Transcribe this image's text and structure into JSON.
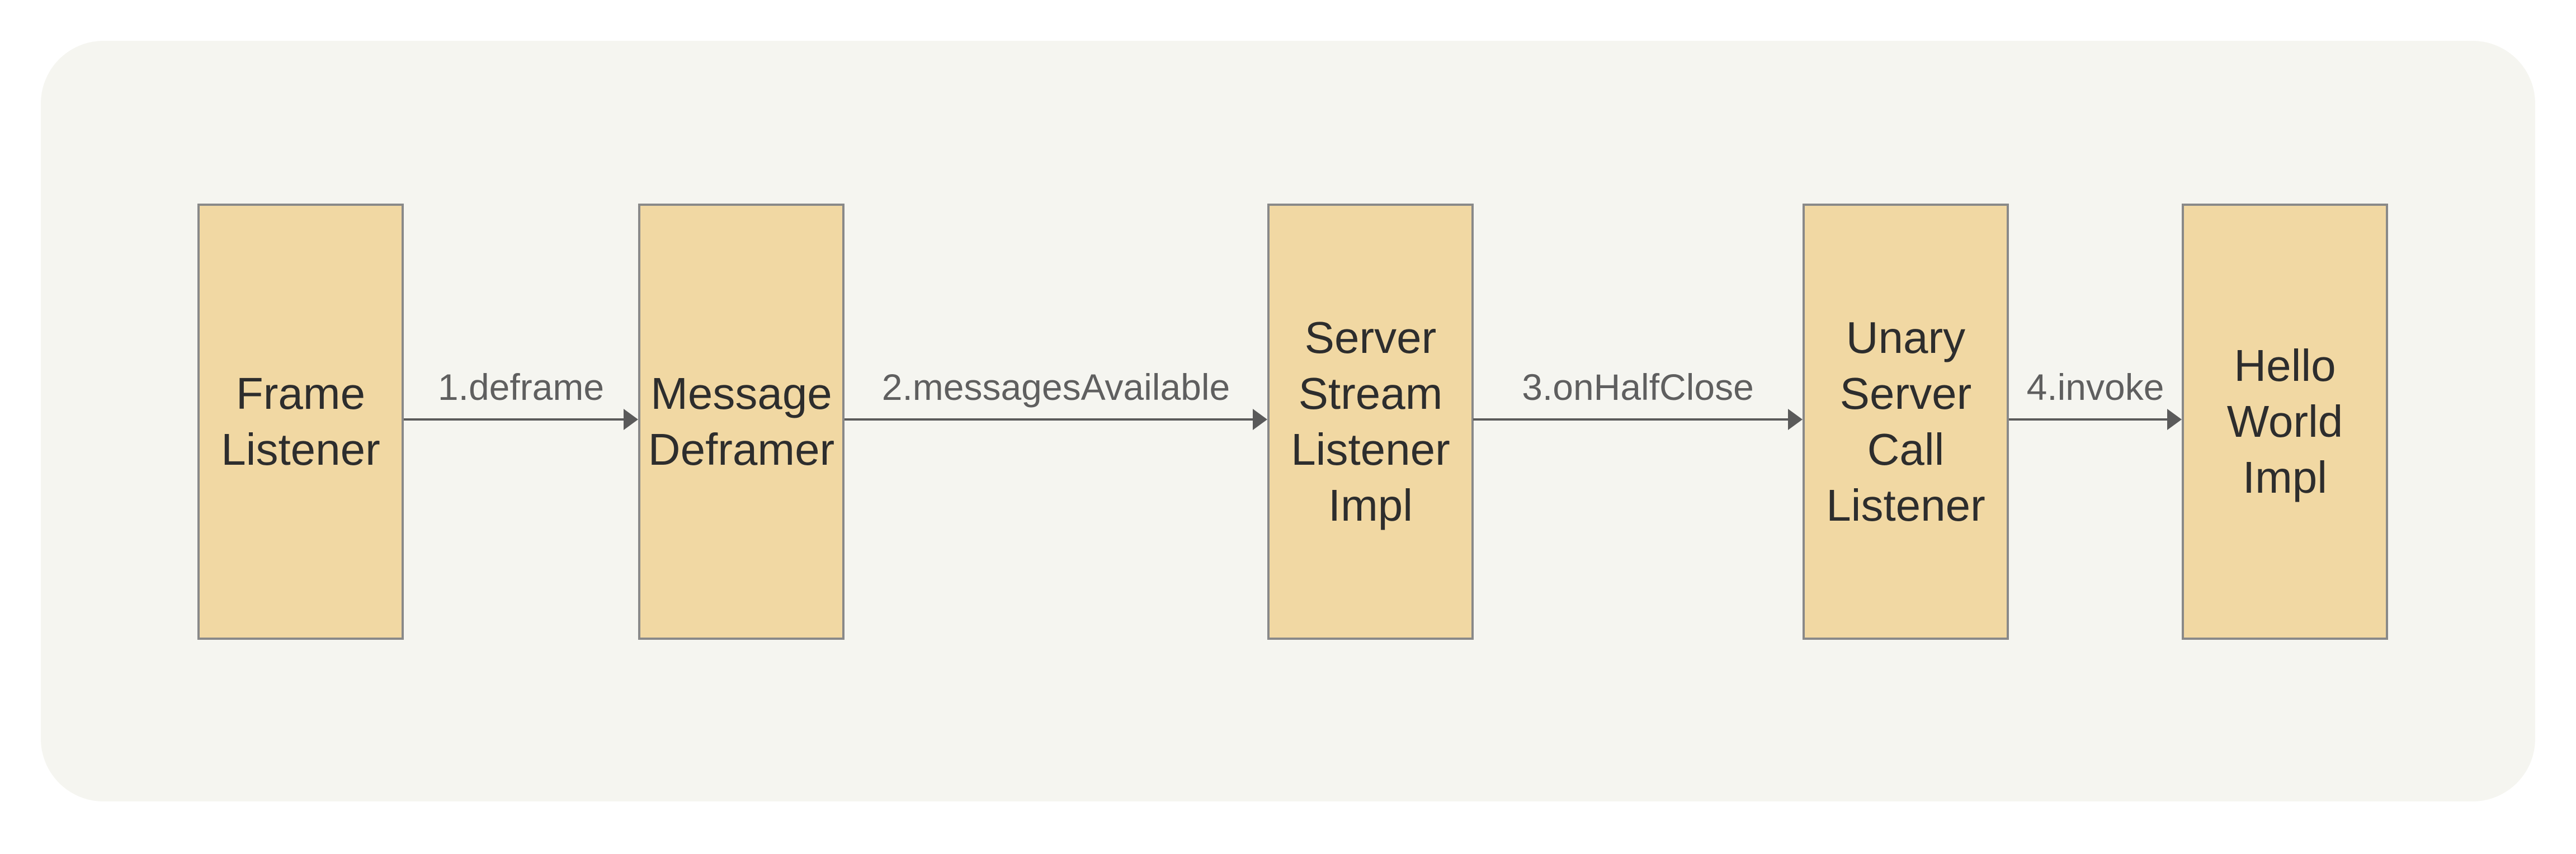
{
  "diagram": {
    "colors": {
      "page_background": "#FFFFFF",
      "panel_background": "#F5F5F0",
      "node_fill": "#F1D8A3",
      "node_border": "#898989",
      "node_text": "#2D2D2D",
      "edge_stroke": "#5A5A5A",
      "edge_label_text": "#5F5F5F"
    },
    "nodes": [
      {
        "id": "frame-listener",
        "label": "Frame\nListener"
      },
      {
        "id": "message-deframer",
        "label": "Message\nDeframer"
      },
      {
        "id": "server-stream-listener-impl",
        "label": "Server\nStream\nListener\nImpl"
      },
      {
        "id": "unary-server-call-listener",
        "label": "Unary\nServer\nCall\nListener"
      },
      {
        "id": "hello-world-impl",
        "label": "Hello\nWorld\nImpl"
      }
    ],
    "edges": [
      {
        "label": "1.deframe",
        "from": "frame-listener",
        "to": "message-deframer"
      },
      {
        "label": "2.messagesAvailable",
        "from": "message-deframer",
        "to": "server-stream-listener-impl"
      },
      {
        "label": "3.onHalfClose",
        "from": "server-stream-listener-impl",
        "to": "unary-server-call-listener"
      },
      {
        "label": "4.invoke",
        "from": "unary-server-call-listener",
        "to": "hello-world-impl"
      }
    ]
  }
}
